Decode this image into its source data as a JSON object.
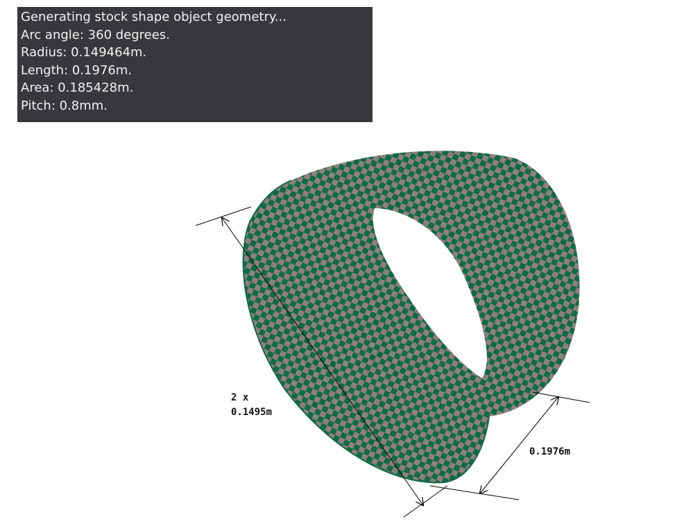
{
  "info_panel": {
    "lines": [
      "Generating stock shape object geometry...",
      "Arc angle: 360 degrees.",
      "Radius: 0.149464m.",
      "Length: 0.1976m.",
      "Area: 0.185428m.",
      "Pitch: 0.8mm."
    ]
  },
  "dimensions": {
    "diameter_line1": "2 x",
    "diameter_line2": "0.1495m",
    "length": "0.1976m"
  },
  "colors": {
    "panel_background": "#38383c",
    "panel_text": "#f2f2f2",
    "checker_green": "#0d6b45",
    "checker_mauve": "#907e7e",
    "dimension_lines": "#000000"
  }
}
